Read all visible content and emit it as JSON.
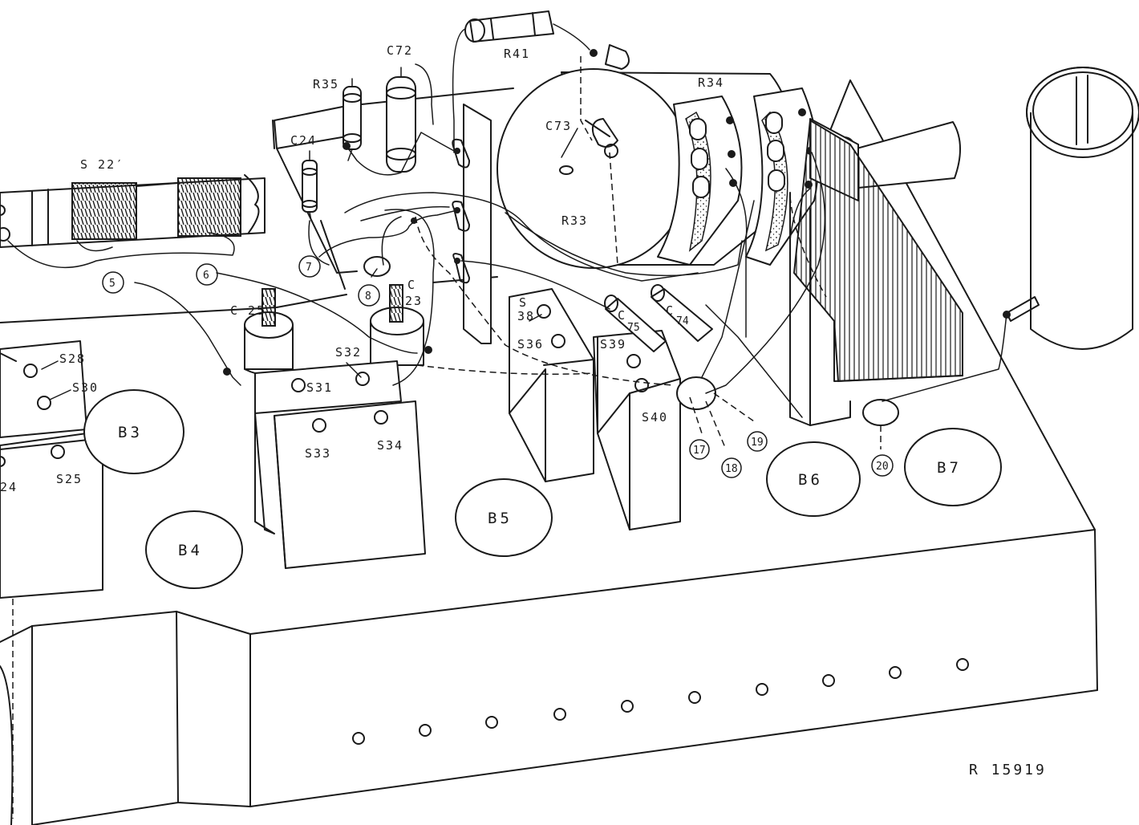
{
  "drawing_ref": "R 15919",
  "components": {
    "S22p": "S 22′",
    "C24": "C24",
    "R35": "R35",
    "C72": "C72",
    "R41": "R41",
    "C73": "C73",
    "R34": "R34",
    "R33": "R33",
    "C25": "C 25",
    "C23a": "C",
    "C23b": "23",
    "S28": "S28",
    "S30": "S30",
    "S24": "24",
    "S25": "S25",
    "S31": "S31",
    "S32": "S32",
    "S33": "S33",
    "S34": "S34",
    "S38a": "S",
    "S38b": "38",
    "S36": "S36",
    "S39": "S39",
    "S40": "S40",
    "C75a": "C",
    "C75b": "75",
    "C74a": "C",
    "C74b": "74"
  },
  "sockets": {
    "B3": "B3",
    "B4": "B4",
    "B5": "B5",
    "B6": "B6",
    "B7": "B7"
  },
  "callouts": {
    "n5": "5",
    "n6": "6",
    "n7": "7",
    "n8": "8",
    "n17": "17",
    "n18": "18",
    "n19": "19",
    "n20": "20"
  }
}
